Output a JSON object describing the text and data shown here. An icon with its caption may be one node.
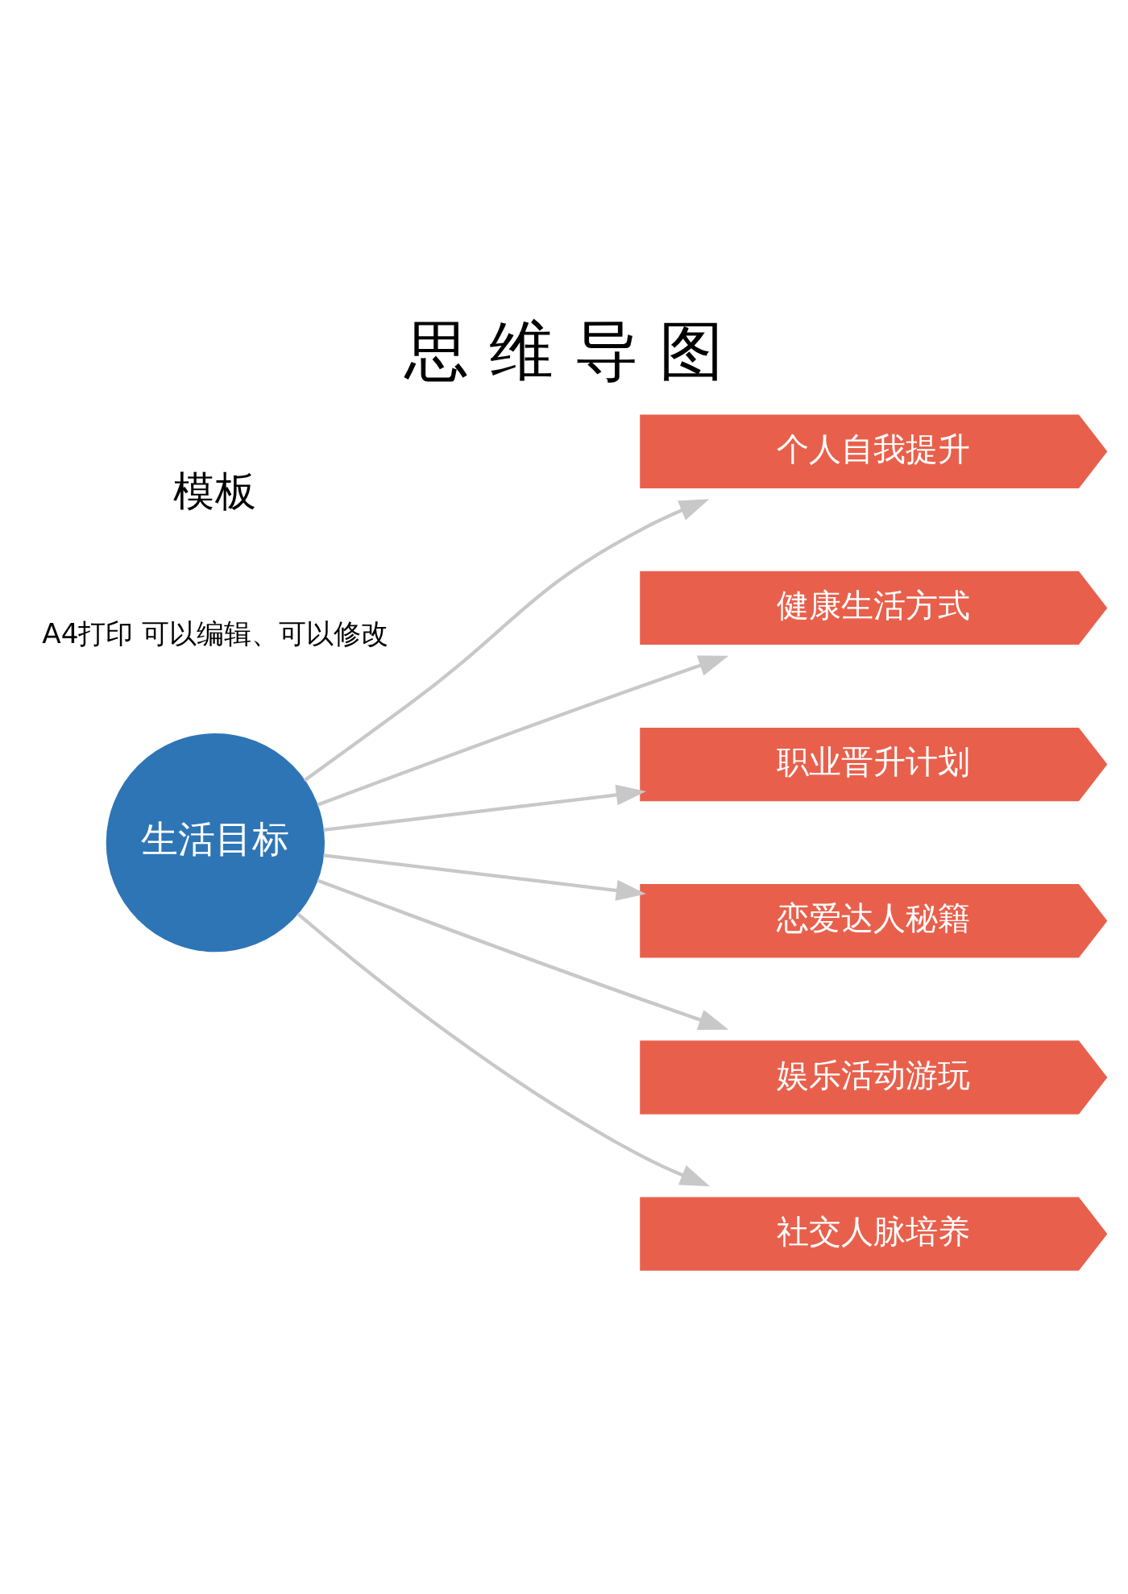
{
  "diagram": {
    "title": "思 维 导 图",
    "nodes": [
      {
        "text": [
          "生活目标"
        ]
      },
      {
        "text": [
          "个人自我提升"
        ]
      },
      {
        "text": [
          "健康生活方式"
        ]
      },
      {
        "text": [
          "职业晋升计划"
        ]
      },
      {
        "text": [
          "恋爱达人秘籍"
        ]
      },
      {
        "text": [
          "娱乐活动游玩"
        ]
      },
      {
        "text": [
          "社交人脉培养"
        ]
      }
    ],
    "edges": [
      {
        "from": 0,
        "to": 1,
        "arrow": "to"
      },
      {
        "from": 0,
        "to": 2,
        "arrow": "to"
      },
      {
        "from": 0,
        "to": 3,
        "arrow": "to"
      },
      {
        "from": 0,
        "to": 4,
        "arrow": "to"
      },
      {
        "from": 0,
        "to": 5,
        "arrow": "to"
      },
      {
        "from": 0,
        "to": 6,
        "arrow": "to"
      }
    ],
    "labels": [
      "模板",
      "A4打印 可以编辑、可以修改"
    ]
  }
}
